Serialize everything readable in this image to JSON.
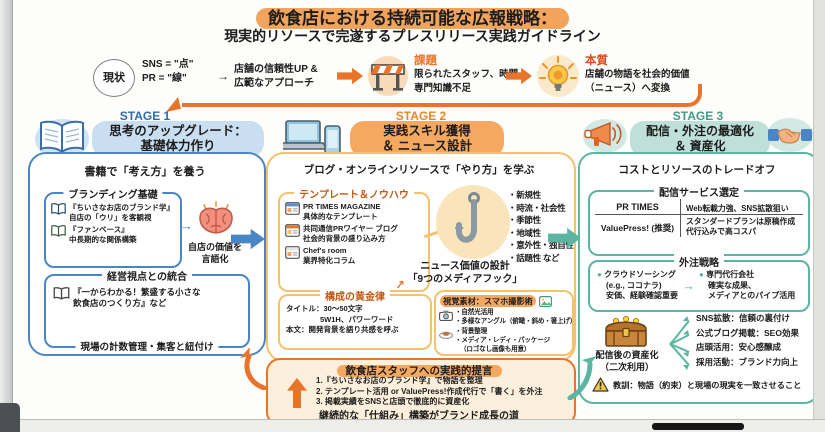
{
  "header": {
    "title": "飲食店における持続可能な広報戦略：",
    "subtitle": "現実的リソースで完遂するプレスリリース実践ガイドライン"
  },
  "flow": {
    "current": "現状",
    "sns": "SNS = \"点\"",
    "pr": "PR = \"線\"",
    "arrow": "→",
    "benefit1": "店舗の信頼性UP &",
    "benefit2": "広範なアプローチ",
    "challenge_label": "課題",
    "challenge1": "限られたスタッフ、時間、",
    "challenge2": "専門知識不足",
    "essence_label": "本質",
    "essence1": "店舗の物語を社会的価値",
    "essence2": "（ニュース）へ変換"
  },
  "stage1": {
    "label": "STAGE 1",
    "title1": "思考のアップグレード：",
    "title2": "基礎体力作り",
    "subtitle": "書籍で「考え方」を養う",
    "branding_title": "ブランディング基礎",
    "book1_title": "『ちいさなお店のブランド学』",
    "book1_desc": "自店の「ウリ」を客観視",
    "book2_title": "『ファンベース』",
    "book2_desc": "中長期的な関係構築",
    "small_arrow": "→",
    "brain_caption1": "自店の価値を",
    "brain_caption2": "言語化",
    "management_title": "経営視点との統合",
    "book3_line1": "『一からわかる！繁盛する小さな",
    "book3_line2": "飲食店のつくり方』など",
    "management_footer": "現場の計数管理・集客と紐付け"
  },
  "stage2": {
    "label": "STAGE 2",
    "title1": "実践スキル獲得",
    "title2": "＆ ニュース設計",
    "subtitle": "ブログ・オンラインリソースで「やり方」を学ぶ",
    "template_title": "テンプレート＆ノウハウ",
    "tmpl1_title": "PR TIMES MAGAZINE",
    "tmpl1_desc": "具体的なテンプレート",
    "tmpl2_title": "共同通信PRワイヤー ブログ",
    "tmpl2_desc": "社会的背景の盛り込み方",
    "tmpl3_title": "Chef's room",
    "tmpl3_desc": "業界特化コラム",
    "hook_caption1": "ニュース価値の設計",
    "hook_caption2": "「9つのメディアフック」",
    "hook_arrow": "↗",
    "hooks": [
      "・新規性",
      "・時流・社会性",
      "・季節性",
      "・地域性",
      "・意外性・独自性",
      "・話題性 など"
    ],
    "golden_title": "構成の黄金律",
    "golden1": "タイトル：30〜50文字",
    "golden2": "5W1H、パワーワード",
    "golden3": "本文：開発背景を語り共感を呼ぶ",
    "visual_title": "視覚素材：スマホ撮影術",
    "visual_items": [
      "・自然光活用",
      "・多様なアングル（俯瞰・斜め・箸上げ）",
      "・背景整理",
      "・メディア・レディ・パッケージ",
      "（ロゴなし画像も用意）"
    ]
  },
  "stage3": {
    "label": "STAGE 3",
    "title1": "配信・外注の最適化",
    "title2": "＆ 資産化",
    "subtitle": "コストとリソースのトレードオフ",
    "service_title": "配信サービス選定",
    "svc1_name": "PR TIMES",
    "svc1_desc": "Web転載力強、SNS拡散狙い",
    "svc2_name": "ValuePress! (推奨)",
    "svc2_desc1": "スタンダードプランは原稿作成",
    "svc2_desc2": "代行込みで高コスパ",
    "outsource_title": "外注戦略",
    "out1_line1": "クラウドソーシング",
    "out1_line2": "(e.g., ココナラ)",
    "out1_line3": "安価、経験確認重要",
    "out_arrow": "→",
    "out2_line1": "専門代行会社",
    "out2_line2": "確実な成果、",
    "out2_line3": "メディアとのパイプ活用",
    "asset_caption1": "配信後の資産化",
    "asset_caption2": "（二次利用）",
    "asset_items": [
      "SNS拡散：信頼の裏付け",
      "公式ブログ掲載：SEO効果",
      "店頭活用：安心感醸成",
      "採用活動：ブランド力向上"
    ],
    "lesson": "教訓：物語（約束）と現場の現実を一致させること"
  },
  "bottom": {
    "title": "飲食店スタッフへの実践的提言",
    "items": [
      "1.『ちいさなお店のブランド学』で物語を整理",
      "2. テンプレート活用 or ValuePress!作成代行で「書く」を外注",
      "3. 掲載実績をSNSと店頭で徹底的に資産化"
    ],
    "footer": "継続的な「仕組み」構築がブランド成長の道"
  },
  "colors": {
    "orange": "#E8742A",
    "highlight": "#F5A85F",
    "blue": "#4A86C5",
    "teal": "#5BB5A2",
    "yellow_border": "#F2C36B",
    "stage1_pill": "#C9DFF1",
    "stage3_pill": "#BFE0D8",
    "cream": "#FCF0DC"
  }
}
